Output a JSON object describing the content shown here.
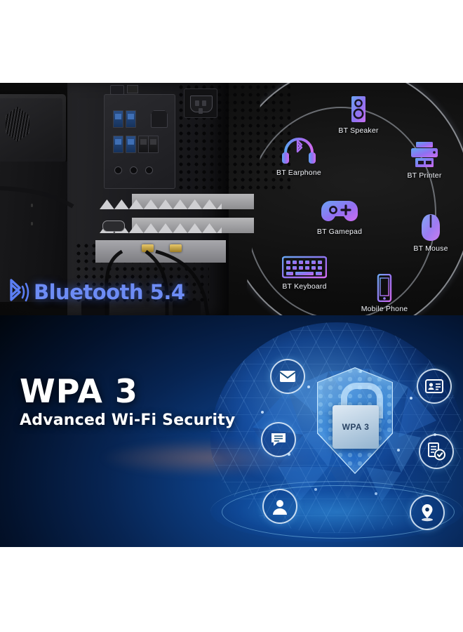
{
  "bluetooth_panel": {
    "brand_label": "Bluetooth 5.4",
    "brand_icon": "bluetooth-signal-icon",
    "accent_color": "#6d8cf5",
    "background_color": "#141414",
    "hardware": {
      "monitor_icon": "monitor-speaker-unit",
      "tower_icon": "desktop-pc-rear-io",
      "ports": [
        "usb-3-port",
        "usb-3-port",
        "usb-3-port",
        "usb-2-port",
        "usb-2-port",
        "ethernet-lan-port",
        "audio-jack",
        "audio-jack",
        "audio-jack",
        "power-socket",
        "sma-antenna-connector",
        "sma-antenna-connector"
      ]
    },
    "devices": [
      {
        "label": "BT Speaker",
        "icon": "speaker-icon"
      },
      {
        "label": "BT Earphone",
        "icon": "headphones-bluetooth-icon"
      },
      {
        "label": "BT Printer",
        "icon": "printer-icon"
      },
      {
        "label": "BT Gamepad",
        "icon": "gamepad-icon"
      },
      {
        "label": "BT Mouse",
        "icon": "mouse-icon"
      },
      {
        "label": "BT Keyboard",
        "icon": "keyboard-icon"
      },
      {
        "label": "Mobile Phone",
        "icon": "smartphone-icon"
      }
    ],
    "icon_gradient": {
      "from": "#5ea8f0",
      "via": "#8f6bf2",
      "to": "#d26bf0"
    }
  },
  "wpa_panel": {
    "title": "WPA 3",
    "subtitle": "Advanced Wi-Fi Security",
    "shield_label": "WPA 3",
    "background_color": "#03122c",
    "accent_color": "#1761b4",
    "graphic_icons": [
      {
        "name": "envelope-icon",
        "glyph": "mail"
      },
      {
        "name": "chat-bubble-icon",
        "glyph": "chat"
      },
      {
        "name": "user-profile-icon",
        "glyph": "user"
      },
      {
        "name": "id-card-icon",
        "glyph": "idcard"
      },
      {
        "name": "document-check-icon",
        "glyph": "doccheck"
      },
      {
        "name": "location-pin-icon",
        "glyph": "pin"
      }
    ],
    "shield_icon": "shield-lock-icon",
    "globe_icon": "low-poly-globe-icon"
  }
}
